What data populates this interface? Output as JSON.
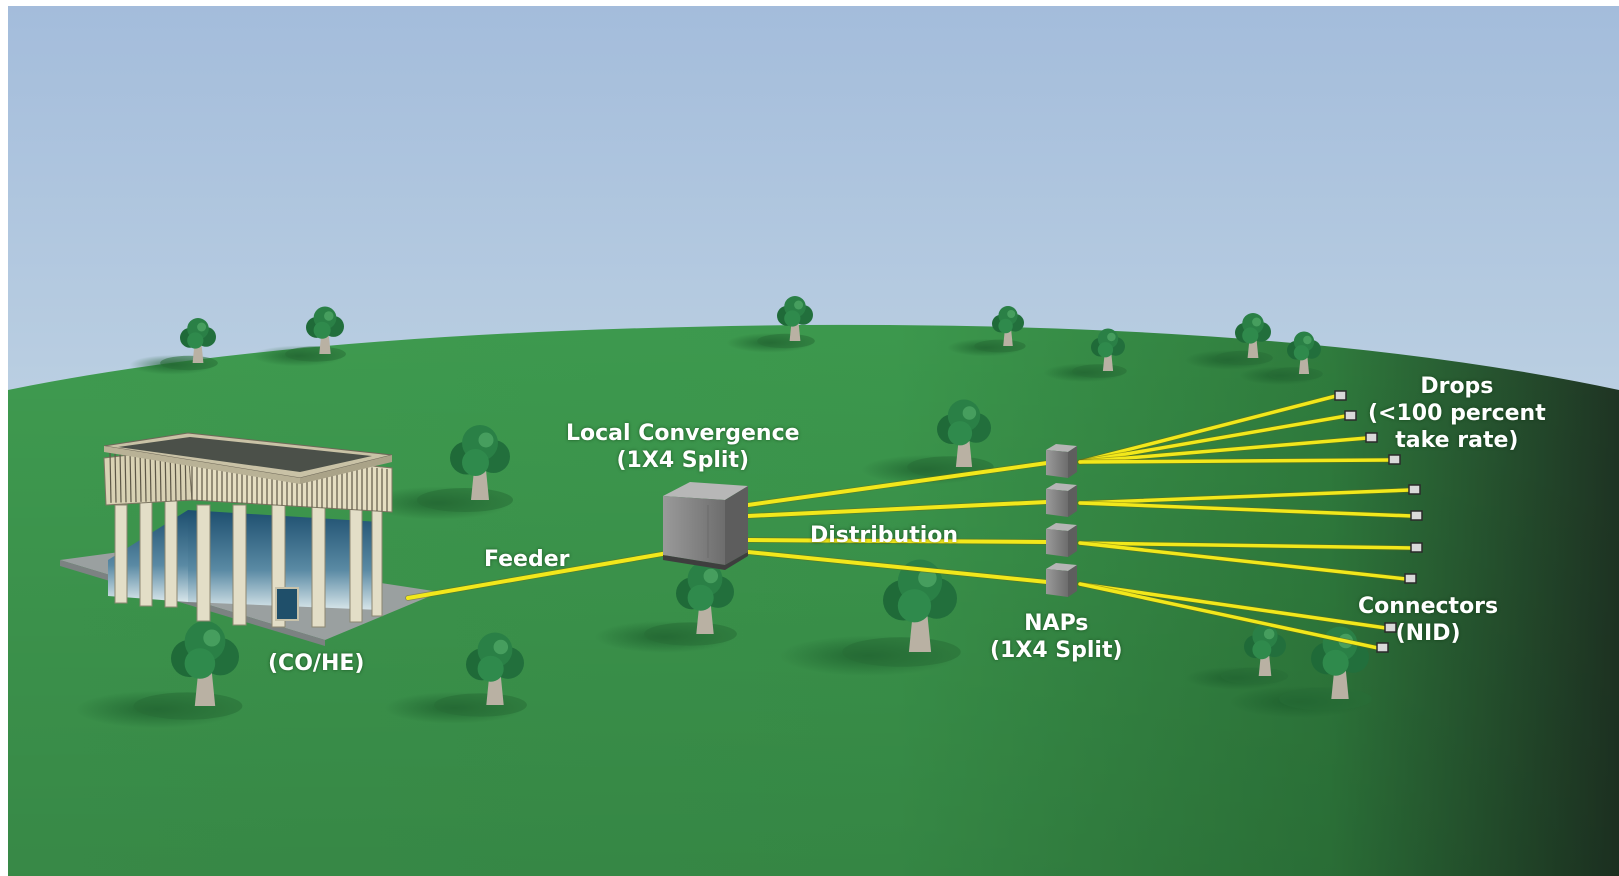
{
  "colors": {
    "sky_top": "#a5bedc",
    "sky_bottom": "#cfdfe6",
    "ground": "#3d9a4f",
    "ground_dark": "#233a26",
    "fiber": "#f2e81b",
    "box": "#8a8a8a",
    "text": "#ffffff"
  },
  "labels": {
    "co_he": "(CO/HE)",
    "feeder": "Feeder",
    "local_convergence": [
      "Local Convergence",
      "(1X4 Split)"
    ],
    "distribution": "Distribution",
    "naps": [
      "NAPs",
      "(1X4 Split)"
    ],
    "drops": [
      "Drops",
      "(<100 percent",
      "take rate)"
    ],
    "connectors": [
      "Connectors",
      "(NID)"
    ]
  },
  "icons": [
    "central-office-building-icon",
    "splitter-cabinet-icon",
    "nap-box-icon",
    "connector-icon",
    "tree-icon"
  ]
}
